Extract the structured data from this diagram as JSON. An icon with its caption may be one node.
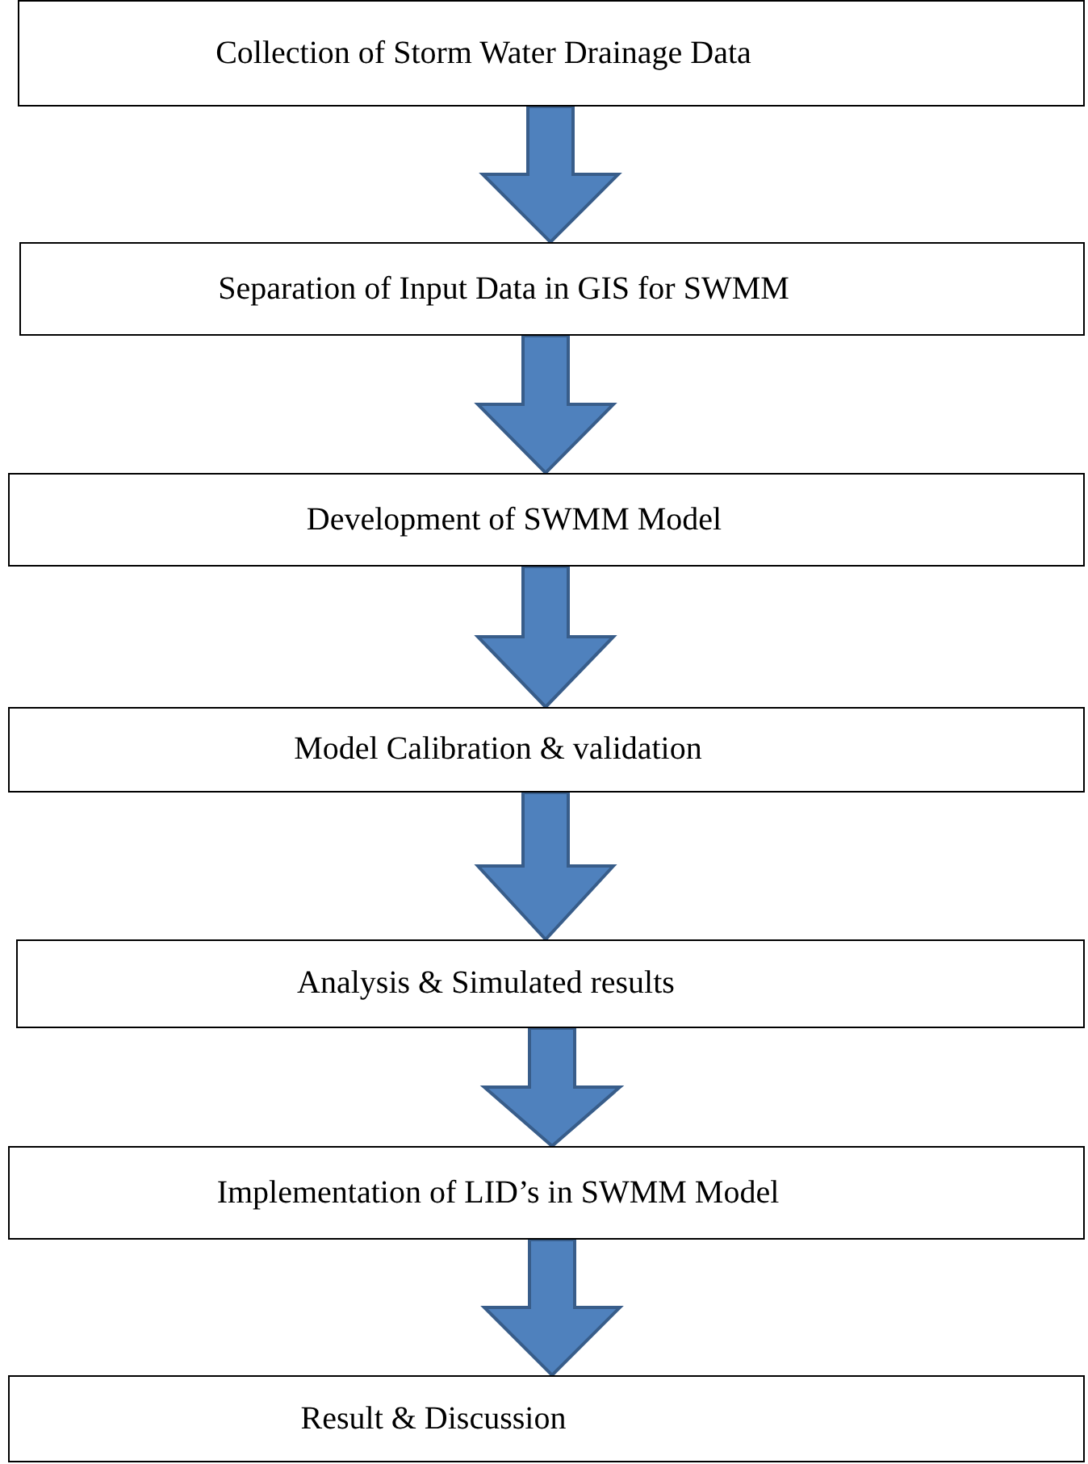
{
  "diagram": {
    "nodes": [
      {
        "text": [
          "Collection of Storm Water Drainage Data"
        ]
      },
      {
        "text": [
          "Separation of Input Data in GIS for SWMM"
        ]
      },
      {
        "text": [
          "Development of SWMM Model"
        ]
      },
      {
        "text": [
          "Model Calibration & validation"
        ]
      },
      {
        "text": [
          "Analysis & Simulated results"
        ]
      },
      {
        "text": [
          "Implementation of LID’s in SWMM Model"
        ]
      },
      {
        "text": [
          "Result & Discussion"
        ]
      }
    ],
    "edges": [
      {
        "from": 0,
        "to": 1,
        "arrow": "to"
      },
      {
        "from": 1,
        "to": 2,
        "arrow": "to"
      },
      {
        "from": 2,
        "to": 3,
        "arrow": "to"
      },
      {
        "from": 3,
        "to": 4,
        "arrow": "to"
      },
      {
        "from": 4,
        "to": 5,
        "arrow": "to"
      },
      {
        "from": 5,
        "to": 6,
        "arrow": "to"
      }
    ]
  }
}
